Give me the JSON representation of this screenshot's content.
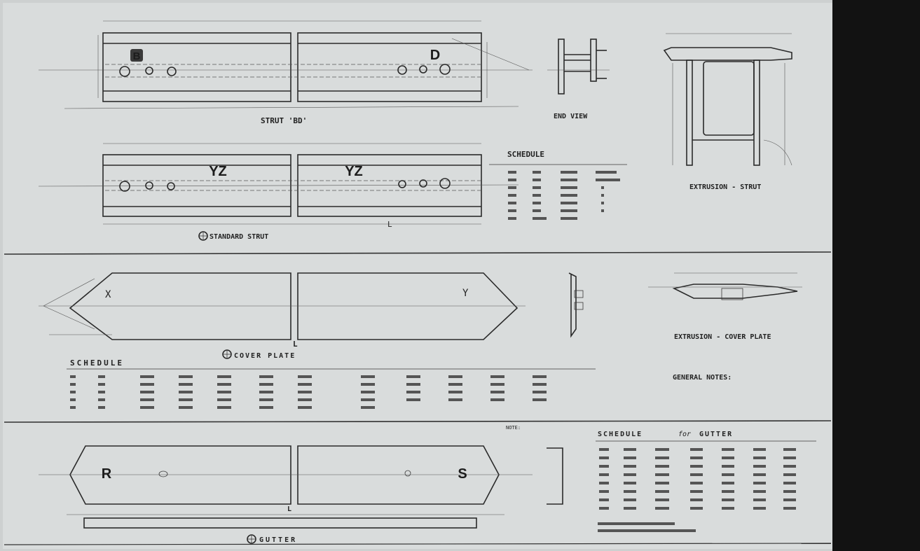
{
  "strut_bd": {
    "title": "STRUT 'BD'",
    "letter_b": "B",
    "letter_d": "D"
  },
  "standard_strut": {
    "title": "STANDARD STRUT",
    "letter_yz_left": "YZ",
    "letter_yz_right": "YZ",
    "dim_l": "L"
  },
  "end_view": {
    "title": "END VIEW"
  },
  "schedule_top": {
    "title": "SCHEDULE"
  },
  "extrusion_strut": {
    "title": "EXTRUSION - STRUT"
  },
  "cover_plate": {
    "title": "COVER PLATE",
    "letter_x": "X",
    "letter_y": "Y",
    "dim_l": "L"
  },
  "schedule_mid": {
    "title": "SCHEDULE"
  },
  "extrusion_cover": {
    "title": "EXTRUSION - COVER PLATE"
  },
  "general_notes": {
    "title": "GENERAL NOTES:"
  },
  "gutter": {
    "title": "GUTTER",
    "letter_r": "R",
    "letter_s": "S",
    "dim_l": "L",
    "note_label": "NOTE:"
  },
  "schedule_gutter": {
    "title": "SCHEDULE",
    "subtitle": "for",
    "tail": "GUTTER"
  }
}
